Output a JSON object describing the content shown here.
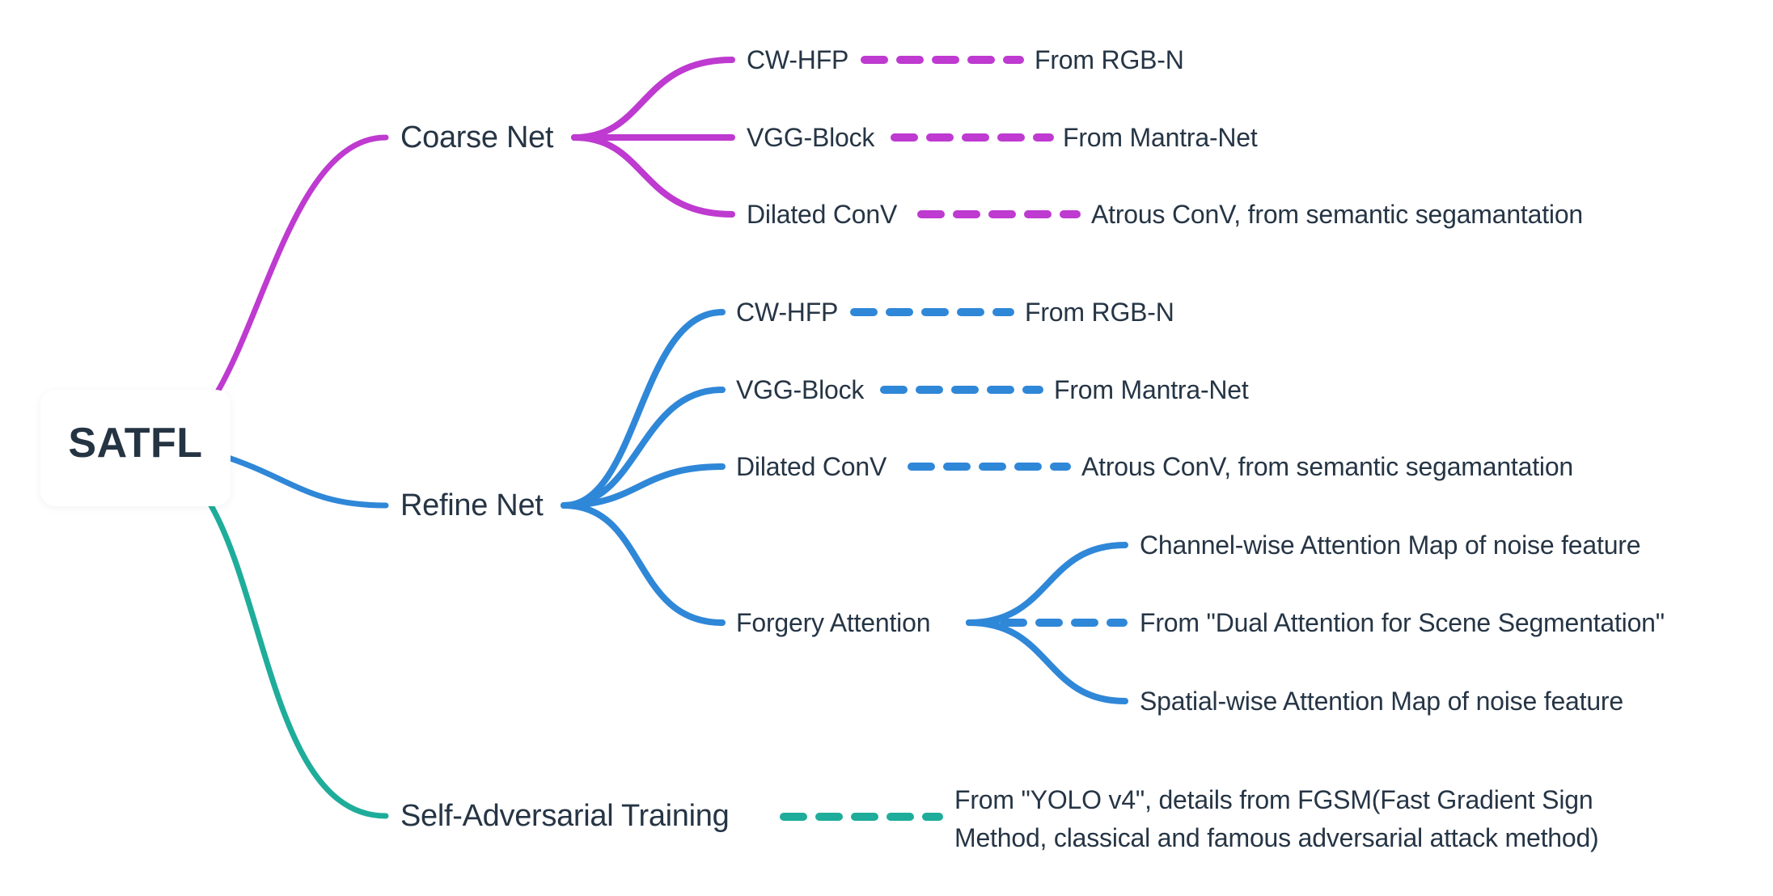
{
  "root": {
    "label": "SATFL"
  },
  "colors": {
    "coarse": "#BE3AD0",
    "refine": "#2F87D8",
    "self_adv": "#1EAD9A",
    "text": "#263545"
  },
  "branches": {
    "coarse": {
      "label": "Coarse Net",
      "children": [
        {
          "label": "CW-HFP",
          "note": "From RGB-N"
        },
        {
          "label": "VGG-Block",
          "note": "From Mantra-Net"
        },
        {
          "label": "Dilated ConV",
          "note": "Atrous ConV, from semantic segamantation"
        }
      ]
    },
    "refine": {
      "label": "Refine Net",
      "children": [
        {
          "label": "CW-HFP",
          "note": "From RGB-N"
        },
        {
          "label": "VGG-Block",
          "note": "From Mantra-Net"
        },
        {
          "label": "Dilated ConV",
          "note": "Atrous ConV, from semantic segamantation"
        },
        {
          "label": "Forgery Attention",
          "children": [
            {
              "label": "Channel-wise Attention Map of noise feature"
            },
            {
              "label": "Spatial-wise Attention Map of noise feature"
            }
          ],
          "note": "From \"Dual Attention for Scene Segmentation\""
        }
      ]
    },
    "self_adv": {
      "label": "Self-Adversarial Training",
      "note": "From \"YOLO v4\", details from FGSM(Fast Gradient Sign\nMethod, classical and famous adversarial attack method)"
    }
  }
}
